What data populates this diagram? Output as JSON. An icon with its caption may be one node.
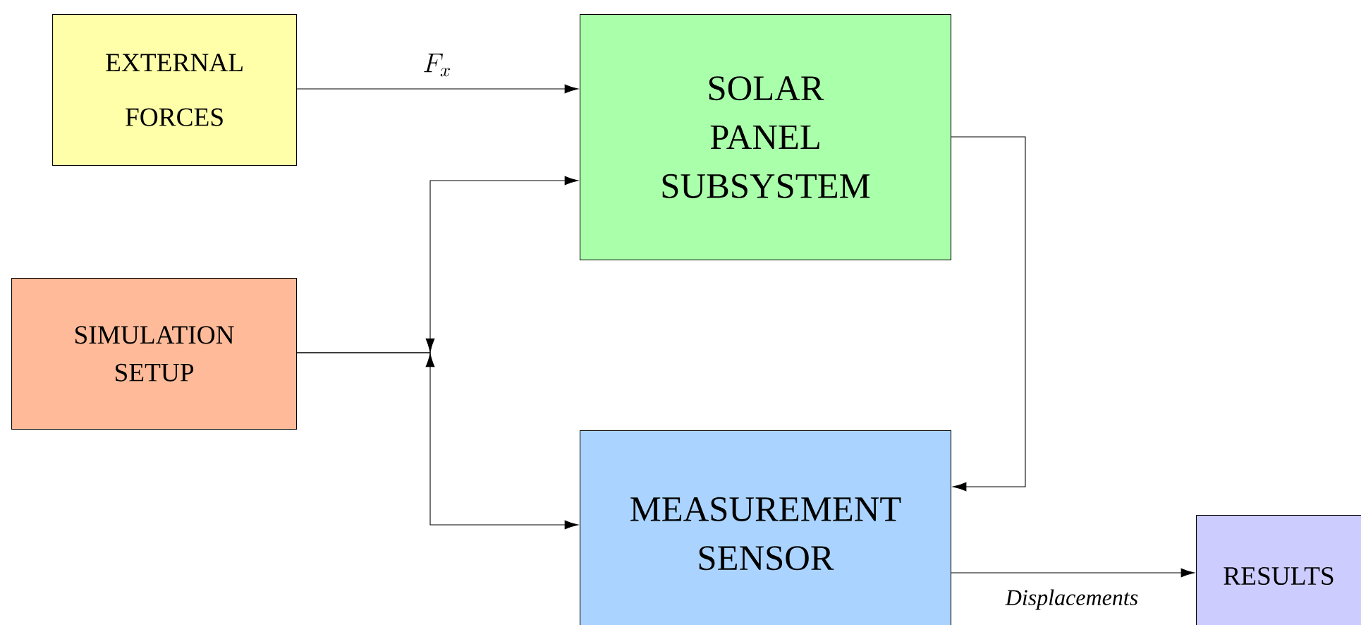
{
  "diagram": {
    "nodes": [
      {
        "text": [
          "EXTERNAL FORCES"
        ]
      },
      {
        "text": [
          "SOLAR PANEL SUBSYSTEM"
        ]
      },
      {
        "text": [
          "SIMULATION SETUP"
        ]
      },
      {
        "text": [
          "MEASUREMENT SENSOR"
        ]
      },
      {
        "text": [
          "RESULTS"
        ]
      }
    ],
    "edges": [
      {
        "from": 0,
        "to": 1,
        "arrow": "to",
        "label": "F_x"
      },
      {
        "from": 2,
        "to": 1,
        "arrow": "to"
      },
      {
        "from": 2,
        "to": 3,
        "arrow": "to"
      },
      {
        "from": 1,
        "to": 3,
        "arrow": "to"
      },
      {
        "from": 3,
        "to": 4,
        "arrow": "to",
        "label": "Displacements"
      }
    ]
  }
}
